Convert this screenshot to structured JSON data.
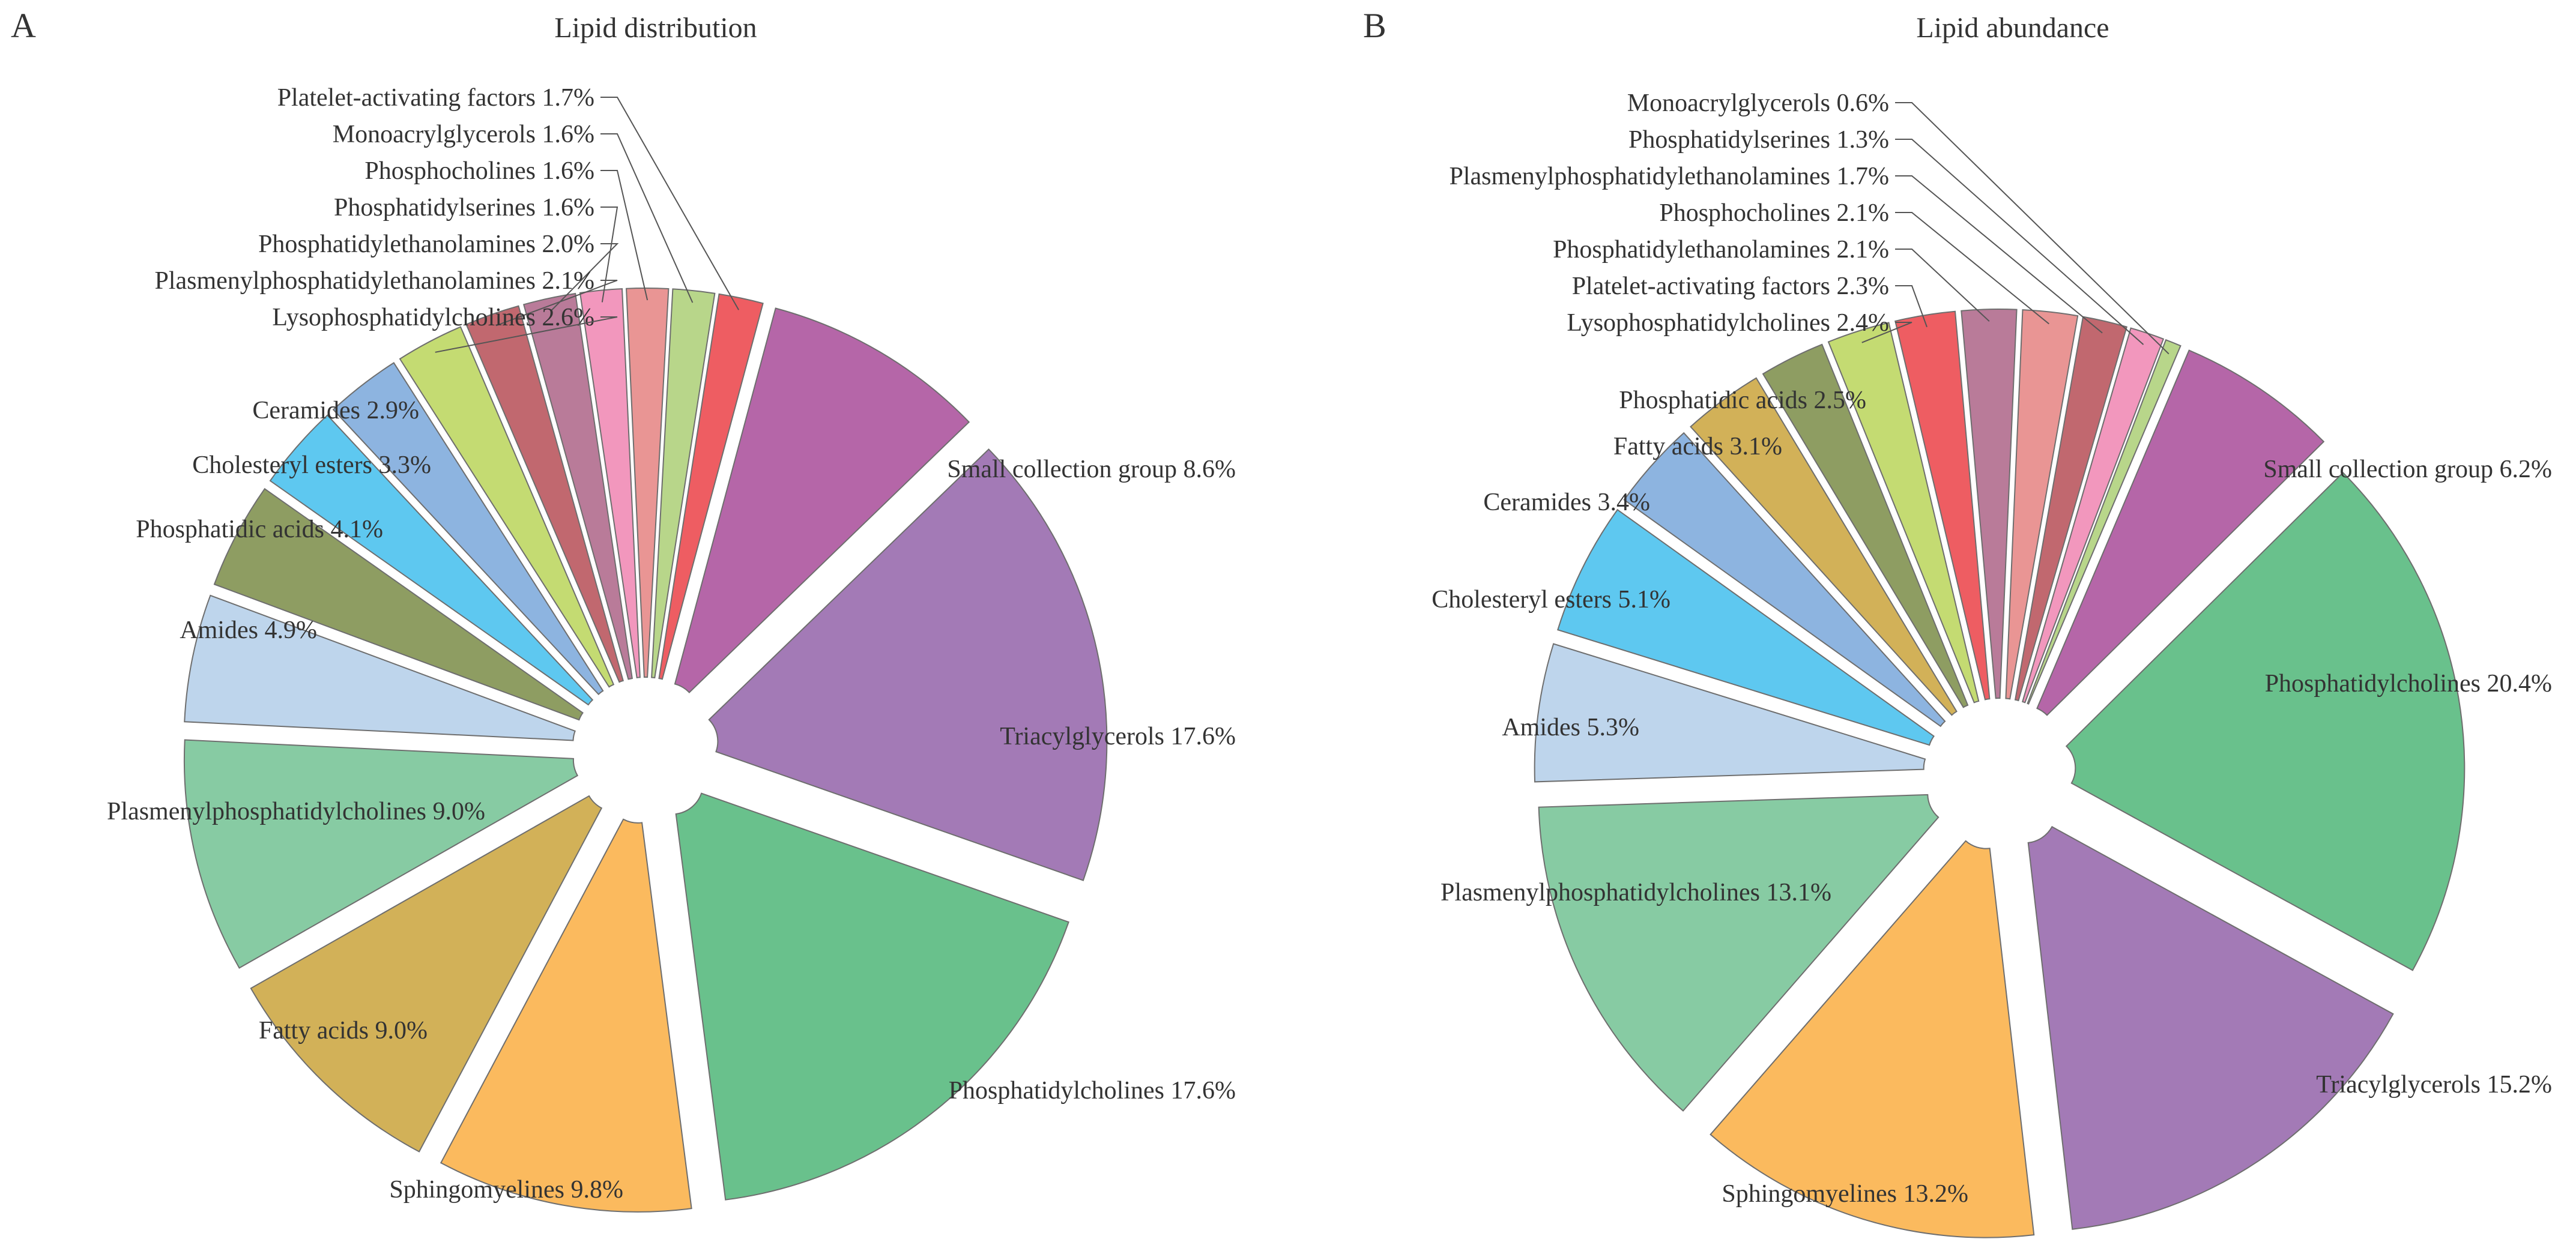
{
  "chart_data": [
    {
      "type": "pie",
      "panel_letter": "A",
      "title": "Lipid distribution",
      "slices": [
        {
          "label": "Small collection group",
          "value": 8.6,
          "color": "#b566a8"
        },
        {
          "label": "Triacylglycerols",
          "value": 17.6,
          "color": "#a37ab6"
        },
        {
          "label": "Phosphatidylcholines",
          "value": 17.6,
          "color": "#69c18c"
        },
        {
          "label": "Sphingomyelines",
          "value": 9.8,
          "color": "#fbba5e"
        },
        {
          "label": "Fatty acids",
          "value": 9.0,
          "color": "#d2b158"
        },
        {
          "label": "Plasmenylphosphatidylcholines",
          "value": 9.0,
          "color": "#87cba3"
        },
        {
          "label": "Amides",
          "value": 4.9,
          "color": "#bed5ec"
        },
        {
          "label": "Phosphatidic acids",
          "value": 4.1,
          "color": "#8e9d62"
        },
        {
          "label": "Cholesteryl esters",
          "value": 3.3,
          "color": "#5ec8f0"
        },
        {
          "label": "Ceramides",
          "value": 2.9,
          "color": "#8db4e0"
        },
        {
          "label": "Lysophosphatidylcholines",
          "value": 2.6,
          "color": "#c4db72"
        },
        {
          "label": "Plasmenylphosphatidylethanolamines",
          "value": 2.1,
          "color": "#c1686f"
        },
        {
          "label": "Phosphatidylethanolamines",
          "value": 2.0,
          "color": "#b97b99"
        },
        {
          "label": "Phosphatidylserines",
          "value": 1.6,
          "color": "#f297bd"
        },
        {
          "label": "Phosphocholines",
          "value": 1.6,
          "color": "#e99594"
        },
        {
          "label": "Monoacrylglycerols",
          "value": 1.6,
          "color": "#b8d68a"
        },
        {
          "label": "Platelet-activating factors",
          "value": 1.7,
          "color": "#ee5d62"
        }
      ],
      "unit": "%"
    },
    {
      "type": "pie",
      "panel_letter": "B",
      "title": "Lipid abundance",
      "slices": [
        {
          "label": "Small collection group",
          "value": 6.2,
          "color": "#b566a8"
        },
        {
          "label": "Phosphatidylcholines",
          "value": 20.4,
          "color": "#69c18c"
        },
        {
          "label": "Triacylglycerols",
          "value": 15.2,
          "color": "#a37ab6"
        },
        {
          "label": "Sphingomyelines",
          "value": 13.2,
          "color": "#fbba5e"
        },
        {
          "label": "Plasmenylphosphatidylcholines",
          "value": 13.1,
          "color": "#87cba3"
        },
        {
          "label": "Amides",
          "value": 5.3,
          "color": "#bed5ec"
        },
        {
          "label": "Cholesteryl esters",
          "value": 5.1,
          "color": "#5ec8f0"
        },
        {
          "label": "Ceramides",
          "value": 3.4,
          "color": "#8db4e0"
        },
        {
          "label": "Fatty acids",
          "value": 3.1,
          "color": "#d2b158"
        },
        {
          "label": "Phosphatidic acids",
          "value": 2.5,
          "color": "#8e9d62"
        },
        {
          "label": "Lysophosphatidylcholines",
          "value": 2.4,
          "color": "#c4db72"
        },
        {
          "label": "Platelet-activating factors",
          "value": 2.3,
          "color": "#ee5d62"
        },
        {
          "label": "Phosphatidylethanolamines",
          "value": 2.1,
          "color": "#b97b99"
        },
        {
          "label": "Phosphocholines",
          "value": 2.1,
          "color": "#e99594"
        },
        {
          "label": "Plasmenylphosphatidylethanolamines",
          "value": 1.7,
          "color": "#c1686f"
        },
        {
          "label": "Phosphatidylserines",
          "value": 1.3,
          "color": "#f297bd"
        },
        {
          "label": "Monoacrylglycerols",
          "value": 0.6,
          "color": "#b8d68a"
        }
      ],
      "unit": "%"
    }
  ]
}
